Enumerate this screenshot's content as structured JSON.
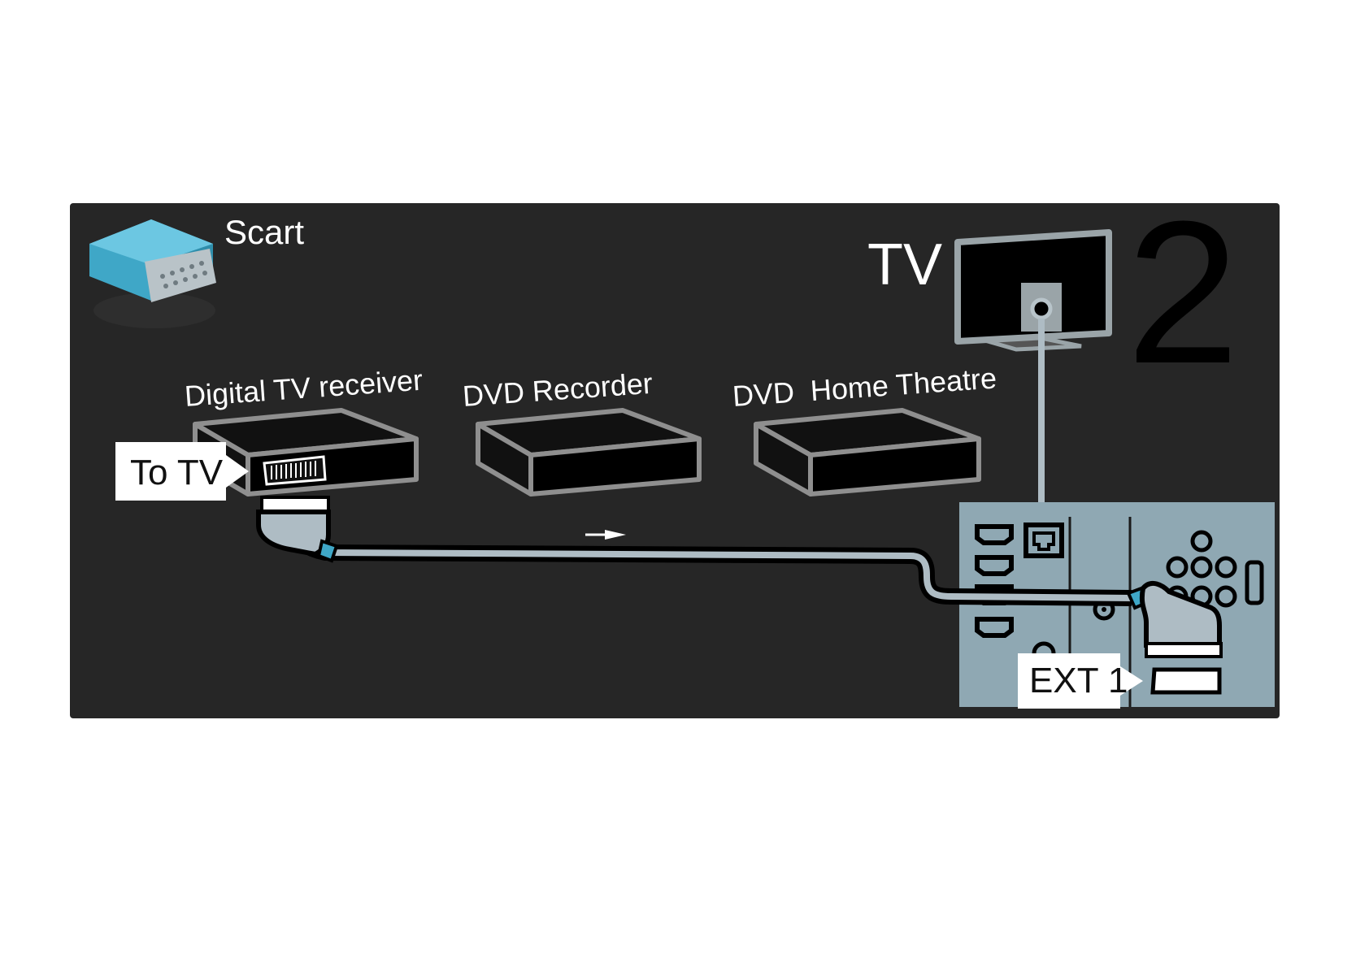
{
  "connector": {
    "name": "Scart",
    "icon": "scart-connector-icon"
  },
  "step_number": "2",
  "devices": {
    "tv": "TV",
    "digital_tv_receiver": "Digital TV receiver",
    "dvd_recorder": "DVD Recorder",
    "dvd_home_theatre": "DVD  Home Theatre"
  },
  "callouts": {
    "receiver_port": "To TV",
    "tv_port": "EXT 1"
  },
  "colors": {
    "panel": "#262626",
    "tv_panel": "#8fa8b3",
    "cable": "#aebcc4",
    "label": "#ffffff"
  }
}
